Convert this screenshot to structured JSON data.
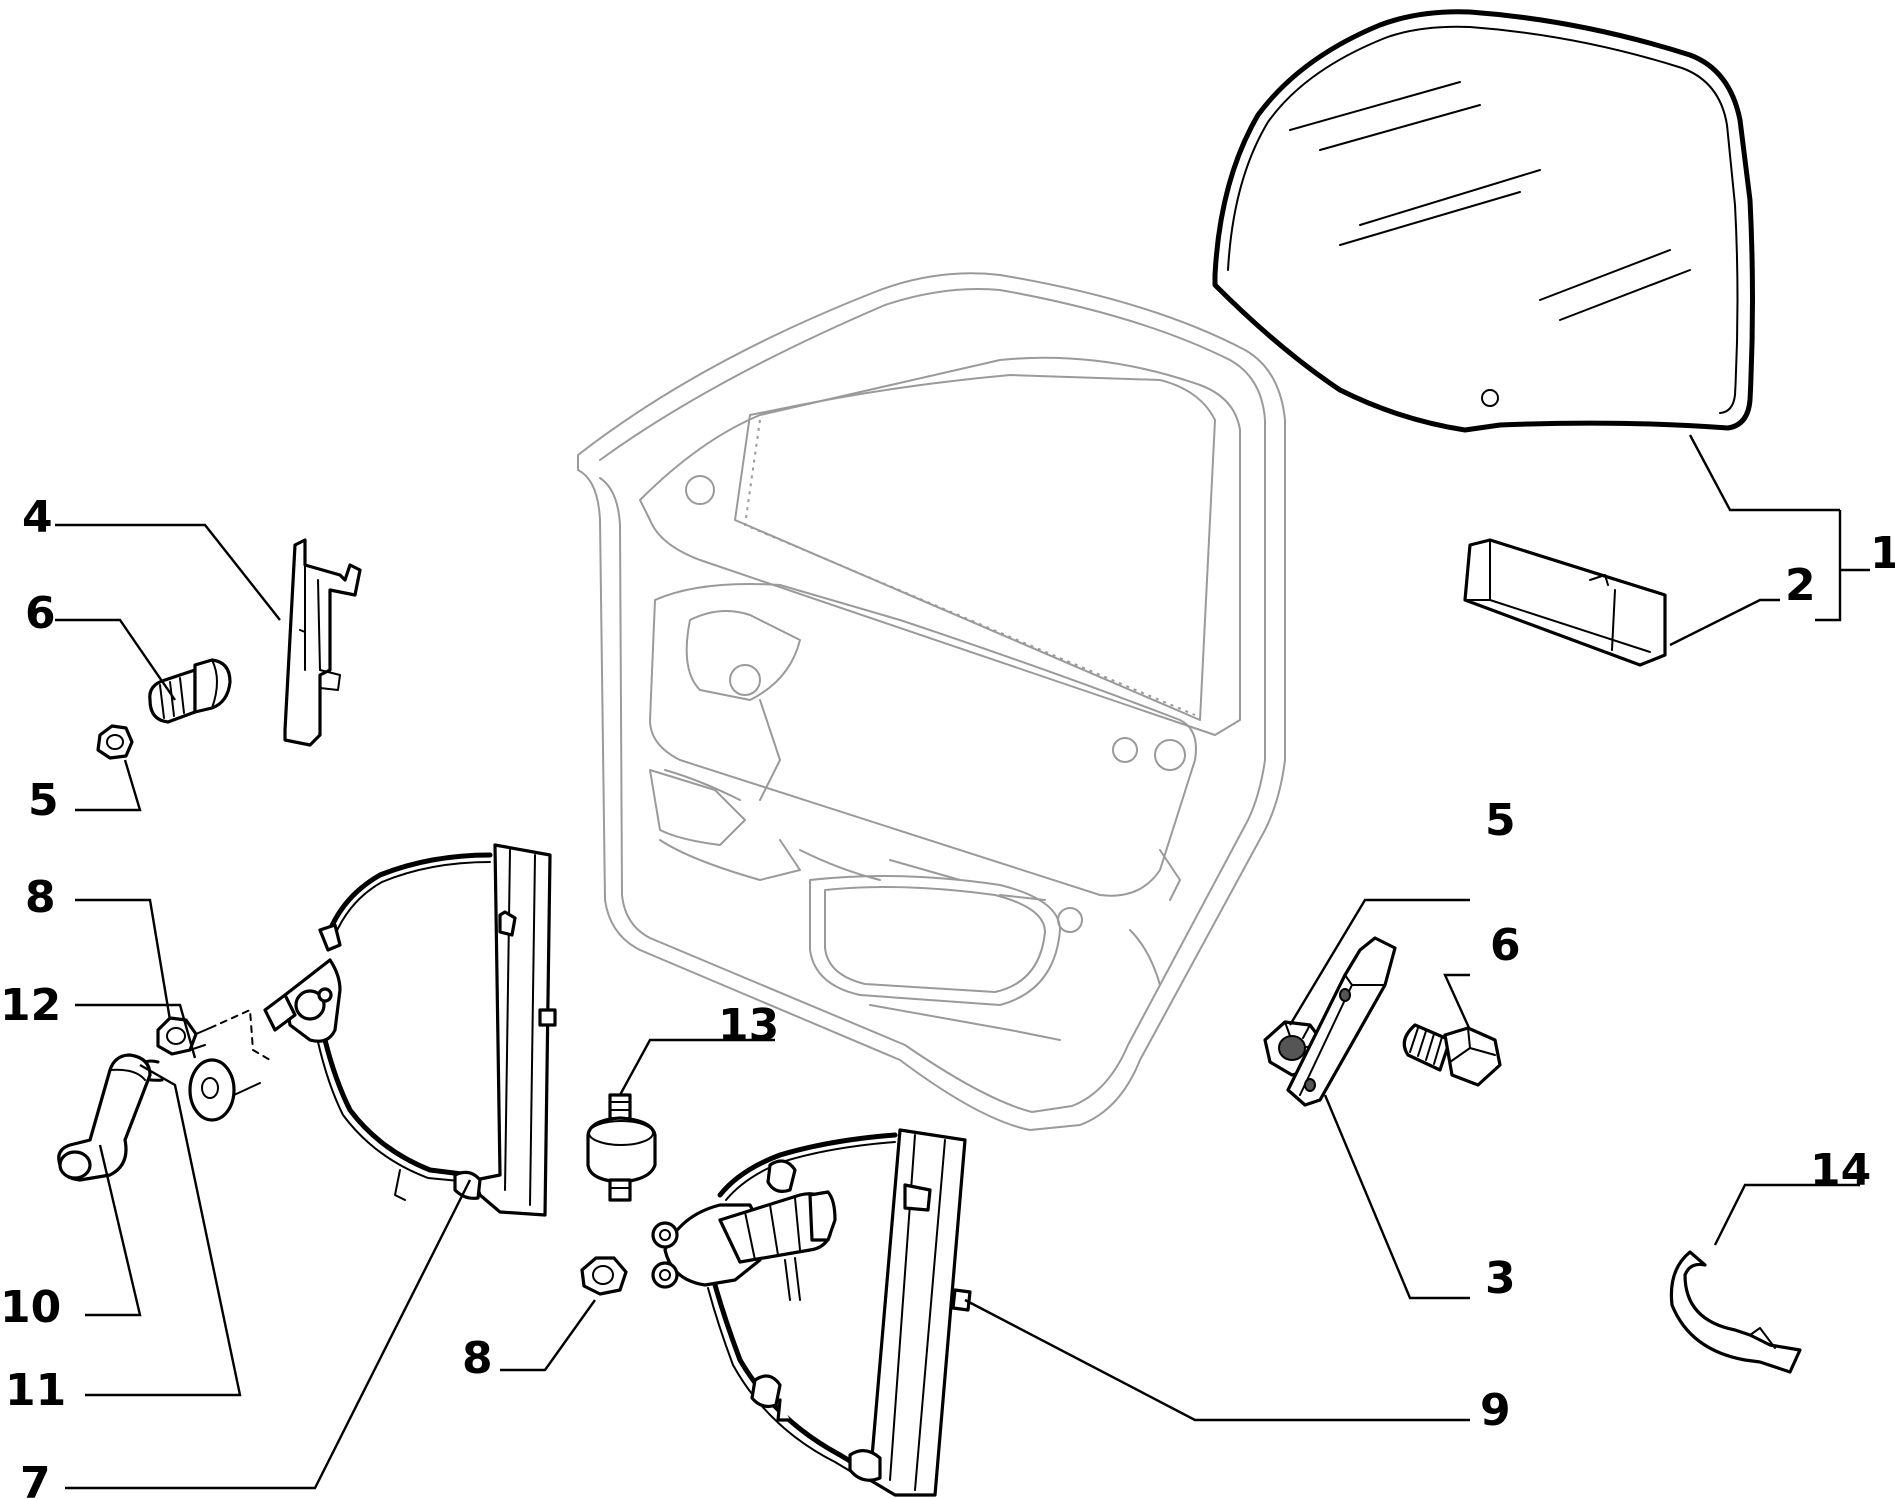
{
  "diagram": {
    "callouts": [
      "1",
      "2",
      "3",
      "4",
      "5",
      "5",
      "6",
      "6",
      "7",
      "8",
      "8",
      "9",
      "10",
      "11",
      "12",
      "13",
      "14"
    ]
  },
  "colors": {
    "ink": "#000000",
    "door_outline": "#9a9a9a",
    "background": "#ffffff"
  }
}
